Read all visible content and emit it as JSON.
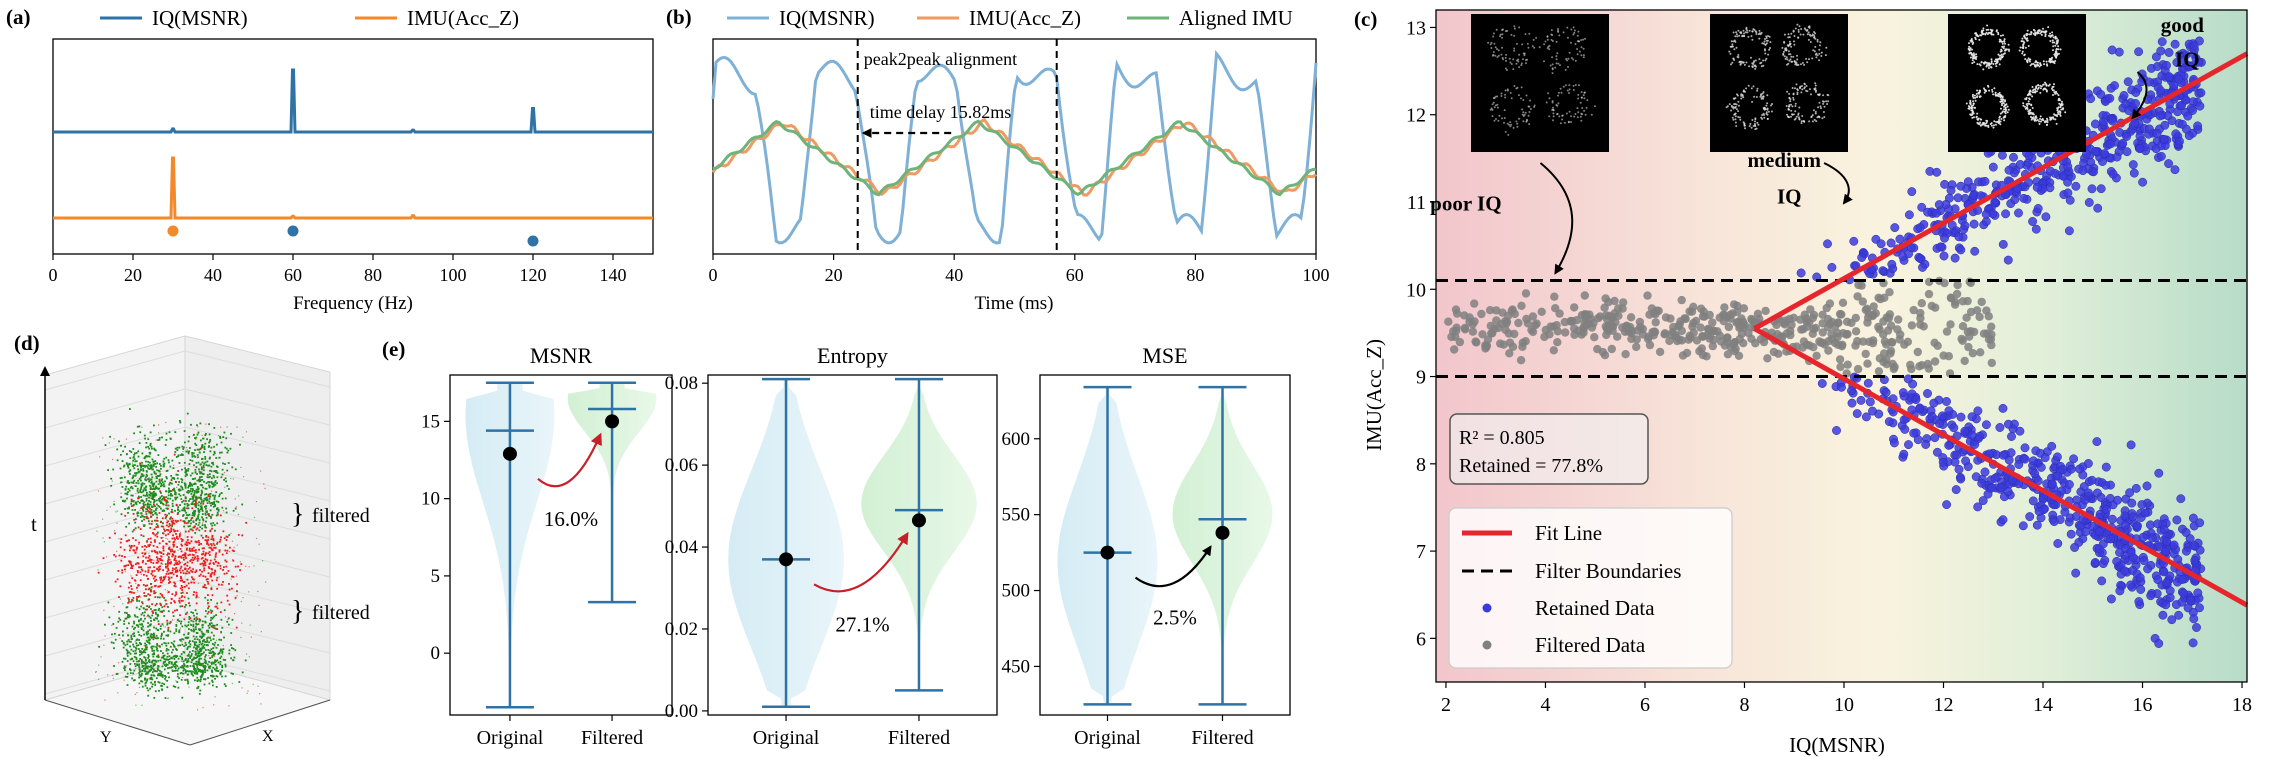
{
  "panels": {
    "a": {
      "label": "(a)"
    },
    "b": {
      "label": "(b)"
    },
    "c": {
      "label": "(c)"
    },
    "d": {
      "label": "(d)"
    },
    "e": {
      "label": "(e)"
    }
  },
  "chart_data": [
    {
      "id": "a",
      "type": "line",
      "xlabel": "Frequency (Hz)",
      "ylabel": "",
      "xlim": [
        0,
        150
      ],
      "xticks": [
        0,
        20,
        40,
        60,
        80,
        100,
        120,
        140
      ],
      "legend": [
        "IQ(MSNR)",
        "IMU(Acc_Z)"
      ],
      "legend_position": "top",
      "colors": {
        "IQ(MSNR)": "#2f72a6",
        "IMU(Acc_Z)": "#f28a2c"
      },
      "series": [
        {
          "name": "IQ(MSNR)",
          "peaks": [
            {
              "x": 30,
              "h": 0.05
            },
            {
              "x": 60,
              "h": 1.0
            },
            {
              "x": 90,
              "h": 0.03
            },
            {
              "x": 120,
              "h": 0.38
            }
          ]
        },
        {
          "name": "IMU(Acc_Z)",
          "peaks": [
            {
              "x": 30,
              "h": 1.0
            },
            {
              "x": 60,
              "h": 0.03
            },
            {
              "x": 90,
              "h": 0.04
            }
          ]
        }
      ],
      "markers": [
        {
          "x": 30,
          "series": "IMU(Acc_Z)"
        },
        {
          "x": 60,
          "series": "IQ(MSNR)"
        },
        {
          "x": 120,
          "series": "IQ(MSNR)"
        }
      ]
    },
    {
      "id": "b",
      "type": "line",
      "xlabel": "Time (ms)",
      "ylabel": "",
      "xlim": [
        0,
        100
      ],
      "xticks": [
        0,
        20,
        40,
        60,
        80,
        100
      ],
      "legend": [
        "IQ(MSNR)",
        "IMU(Acc_Z)",
        "Aligned IMU"
      ],
      "legend_position": "top",
      "colors": {
        "IQ(MSNR)": "#7fb0d6",
        "IMU(Acc_Z)": "#ee9a62",
        "Aligned IMU": "#6db37a"
      },
      "series": [
        {
          "name": "IQ(MSNR)",
          "period_ms": 16.6
        },
        {
          "name": "IMU(Acc_Z)",
          "period_ms": 33.3
        },
        {
          "name": "Aligned IMU",
          "period_ms": 33.3,
          "shift_ms": 15.82
        }
      ],
      "vlines": [
        24,
        57
      ],
      "annotations": [
        "peak2peak alignment",
        "time delay 15.82ms"
      ]
    },
    {
      "id": "c",
      "type": "scatter",
      "xlabel": "IQ(MSNR)",
      "ylabel": "IMU(Acc_Z)",
      "xlim": [
        1.8,
        18.1
      ],
      "ylim": [
        5.5,
        13.2
      ],
      "xticks": [
        2,
        4,
        6,
        8,
        10,
        12,
        14,
        16,
        18
      ],
      "yticks": [
        6,
        7,
        8,
        9,
        10,
        11,
        12,
        13
      ],
      "fit_lines": [
        {
          "x": [
            8.2,
            18.1
          ],
          "y": [
            9.55,
            12.7
          ]
        },
        {
          "x": [
            8.2,
            18.1
          ],
          "y": [
            9.55,
            6.38
          ]
        }
      ],
      "filter_boundaries": [
        10.1,
        9.0
      ],
      "stats_lines": [
        "R²  = 0.805",
        "Retained = 77.8%"
      ],
      "legend": [
        "Fit Line",
        "Filter Boundaries",
        "Retained Data",
        "Filtered Data"
      ],
      "legend_position": "lower-left",
      "annotations": [
        {
          "text": "good",
          "x": 16.8,
          "y": 12.95
        },
        {
          "text": "IQ",
          "x": 16.9,
          "y": 12.55
        },
        {
          "text": "medium",
          "x": 8.8,
          "y": 11.4
        },
        {
          "text": "IQ",
          "x": 8.9,
          "y": 10.98
        },
        {
          "text": "poor IQ",
          "x": 2.4,
          "y": 10.9
        }
      ],
      "colors": {
        "retained": "#3b3bdc",
        "filtered": "#808080",
        "fit": "#e6262c"
      }
    },
    {
      "id": "d",
      "type": "scatter",
      "axis_labels": {
        "vertical": "t",
        "left": "Y",
        "right": "X"
      },
      "annotations": [
        "filtered",
        "filtered"
      ]
    },
    {
      "id": "e",
      "type": "violin",
      "subplots": [
        {
          "title": "MSNR",
          "categories": [
            "Original",
            "Filtered"
          ],
          "ylim": [
            -4,
            18
          ],
          "yticks": [
            0,
            5,
            10,
            15
          ],
          "groups": [
            {
              "min": -3.5,
              "max": 17.5,
              "median": 14.4,
              "mean": 12.9
            },
            {
              "min": 3.3,
              "max": 17.5,
              "median": 15.8,
              "mean": 15.0
            }
          ],
          "change_label": "16.0%",
          "change_color": "#c8202a"
        },
        {
          "title": "Entropy",
          "categories": [
            "Original",
            "Filtered"
          ],
          "ylim": [
            -0.001,
            0.082
          ],
          "yticks": [
            0.0,
            0.02,
            0.04,
            0.06,
            0.08
          ],
          "ytick_labels": [
            "0.00",
            "0.02",
            "0.04",
            "0.06",
            "0.08"
          ],
          "groups": [
            {
              "min": 0.001,
              "max": 0.081,
              "median": 0.037,
              "mean": 0.037
            },
            {
              "min": 0.005,
              "max": 0.081,
              "median": 0.049,
              "mean": 0.0465
            }
          ],
          "change_label": "27.1%",
          "change_color": "#c8202a"
        },
        {
          "title": "MSE",
          "categories": [
            "Original",
            "Filtered"
          ],
          "ylim": [
            418,
            642
          ],
          "yticks": [
            450,
            500,
            550,
            600
          ],
          "groups": [
            {
              "min": 425,
              "max": 634,
              "median": 525,
              "mean": 525
            },
            {
              "min": 425,
              "max": 634,
              "median": 547,
              "mean": 538
            }
          ],
          "change_label": "2.5%",
          "change_color": "#000000"
        }
      ]
    }
  ]
}
